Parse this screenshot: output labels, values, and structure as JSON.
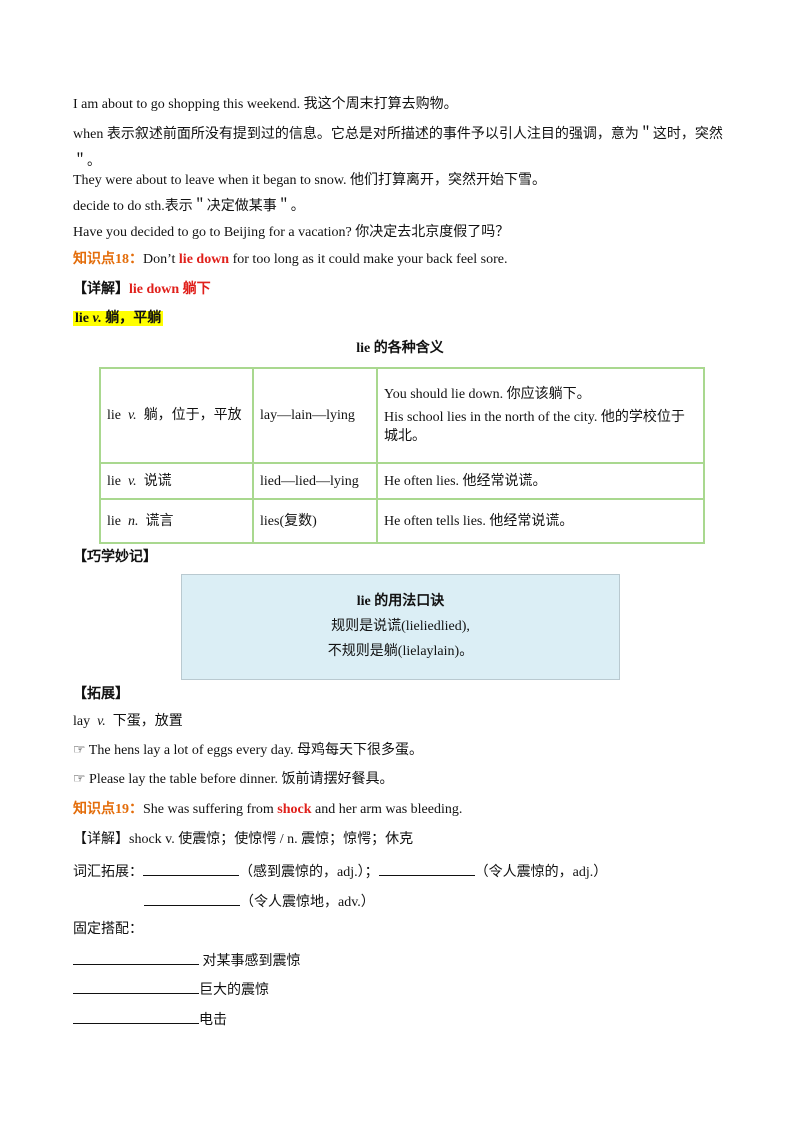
{
  "lines": {
    "l1": "I am about to go shopping this weekend.  我这个周末打算去购物。",
    "l2": "when 表示叙述前面所没有提到过的信息。它总是对所描述的事件予以引人注目的强调，意为＂这时，突然＂。",
    "l3": "They were about to leave when it began to snow.  他们打算离开，突然开始下雪。",
    "l4": "decide to do sth.表示＂决定做某事＂。",
    "l5": "Have you decided to go to Beijing for a vacation?  你决定去北京度假了吗？"
  },
  "kp18": {
    "label": "知识点18：",
    "pre": "Don’t ",
    "key": "lie down",
    "post": " for too long as it could make your back feel sore.",
    "detail_label": "【详解】",
    "detail_value": "lie down 躺下",
    "hl_word": "lie",
    "hl_pos": "v.",
    "hl_meaning": "躺，平躺",
    "table_title": "lie 的各种含义",
    "table": [
      {
        "word": "lie",
        "pos": "v.",
        "meaning": "躺，位于，平放",
        "forms": "lay—lain—lying",
        "examples": [
          "You should lie down.  你应该躺下。",
          "His school lies in the north of the city.  他的学校位于城北。"
        ]
      },
      {
        "word": "lie",
        "pos": "v.",
        "meaning": "说谎",
        "forms": "lied—lied—lying",
        "examples": [
          "He often lies.  他经常说谎。"
        ]
      },
      {
        "word": "lie",
        "pos": "n.",
        "meaning": "谎言",
        "forms": "lies(复数)",
        "examples": [
          "He often tells lies.  他经常说谎。"
        ]
      }
    ]
  },
  "memo": {
    "label": "【巧学妙记】",
    "title": "lie 的用法口诀",
    "line1": "规则是说谎(lieliedlied),",
    "line2": "不规则是躺(lielaylain)。"
  },
  "ext": {
    "label": "【拓展】",
    "word": "lay",
    "pos": "v.",
    "meaning": "下蛋，放置",
    "ex1": "☞ The hens lay a lot of eggs every day.  母鸡每天下很多蛋。",
    "ex2": "☞ Please lay the table before dinner.  饭前请摆好餐具。"
  },
  "kp19": {
    "label": "知识点19：",
    "pre": "She was suffering from ",
    "key": "shock",
    "post": " and her arm was bleeding.",
    "detail": "【详解】shock v. 使震惊；使惊愕 / n. 震惊；惊愕；休克",
    "vocab_label": "词汇拓展：",
    "vocab1": "（感到震惊的，adj.）；",
    "vocab2": "（令人震惊的，adj.）",
    "vocab3": "（令人震惊地，adv.）",
    "fixed_label": "固定搭配：",
    "fixed1": " 对某事感到震惊",
    "fixed2": "巨大的震惊",
    "fixed3": "电击"
  }
}
